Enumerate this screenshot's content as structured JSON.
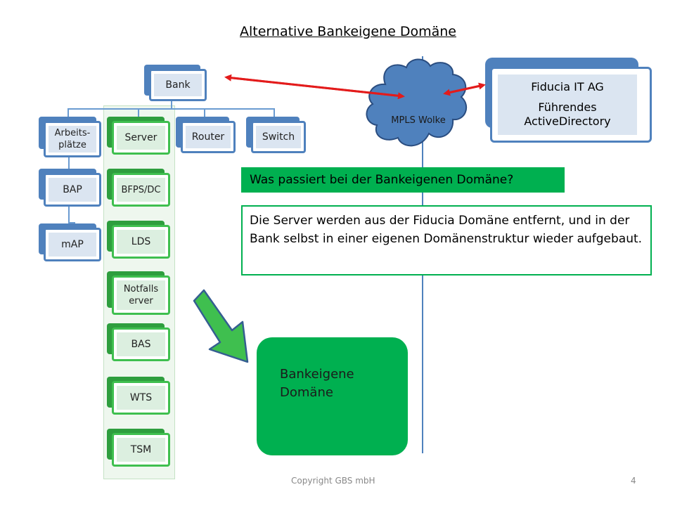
{
  "slide": {
    "title": "Alternative Bankeigene Domäne",
    "footer": "Copyright GBS mbH",
    "page_number": "4"
  },
  "tree": {
    "root": "Bank",
    "branches": {
      "arbeitsplaetze": "Arbeits- plätze",
      "server": "Server",
      "router": "Router",
      "switch": "Switch"
    },
    "arbeitsplaetze_children": [
      "BAP",
      "mAP"
    ],
    "server_children": [
      "BFPS/DC",
      "LDS",
      "Notfalls erver",
      "BAS",
      "WTS",
      "TSM"
    ]
  },
  "cloud": {
    "label": "MPLS Wolke"
  },
  "fiducia": {
    "name": "Fiducia IT AG",
    "role": "Führendes ActiveDirectory"
  },
  "question": "Was passiert bei der Bankeigenen Domäne?",
  "answer": "Die Server werden aus der Fiducia Domäne entfernt, und in der Bank selbst in einer eigenen Domänenstruktur wieder aufgebaut.",
  "target_domain": "Bankeigene Domäne",
  "colors": {
    "accent_blue": "#4f81bd",
    "accent_green": "#00b050",
    "arrow_red": "#e31b1b"
  }
}
